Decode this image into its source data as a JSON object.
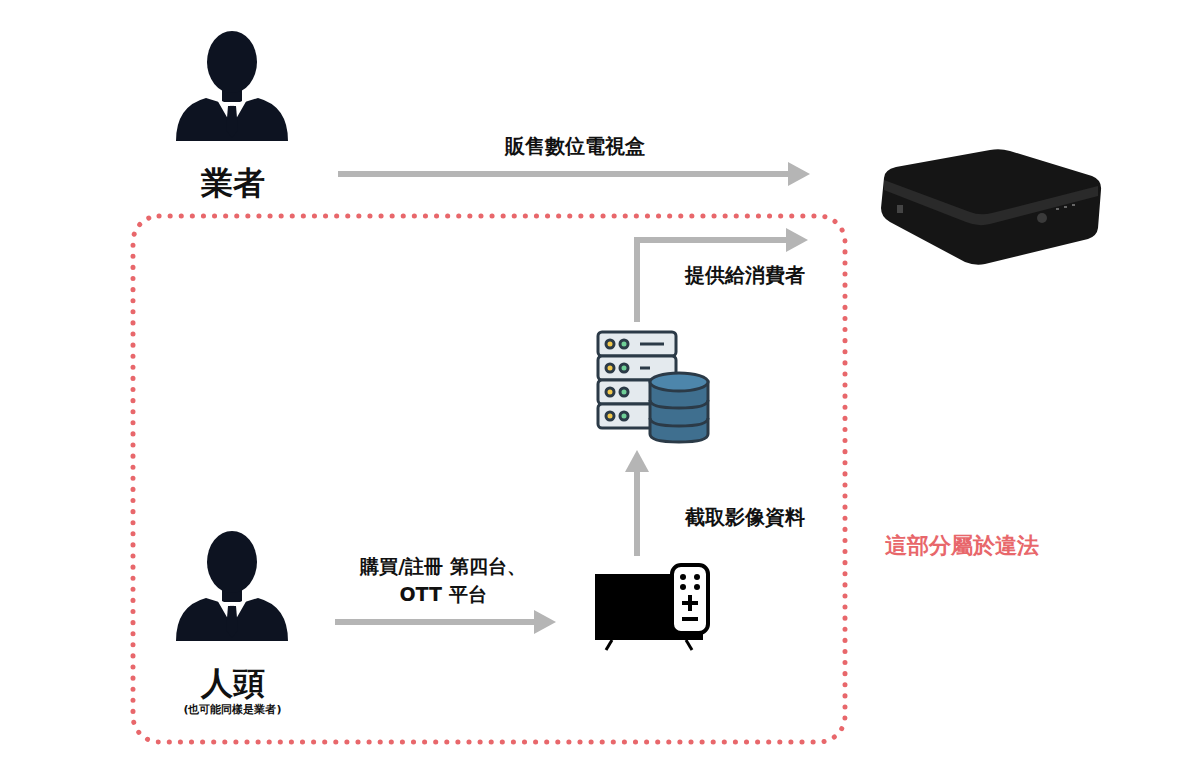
{
  "diagram": {
    "nodes": [
      {
        "text": [
          "業者"
        ]
      },
      {
        "text": [
          "這部分屬於違法"
        ]
      },
      {
        "text": [
          "人頭",
          "(也可能同樣是業者)"
        ],
        "in": 1
      }
    ],
    "labels": [
      "販售數位電視盒",
      "提供給消費者",
      "截取影像資料",
      "購買/註冊 第四台、OTT 平台"
    ]
  }
}
